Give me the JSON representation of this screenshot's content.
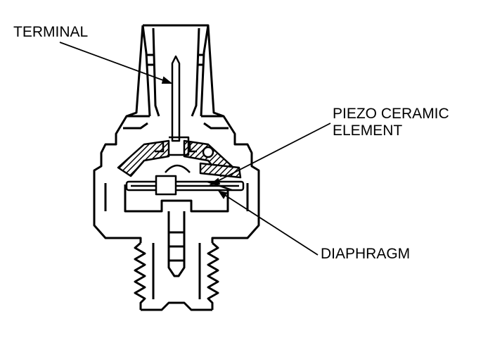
{
  "labels": {
    "terminal": "TERMINAL",
    "piezo_line1": "PIEZO CERAMIC",
    "piezo_line2": "ELEMENT",
    "diaphragm": "DIAPHRAGM"
  },
  "colors": {
    "ink": "#000000",
    "paper": "#ffffff"
  }
}
